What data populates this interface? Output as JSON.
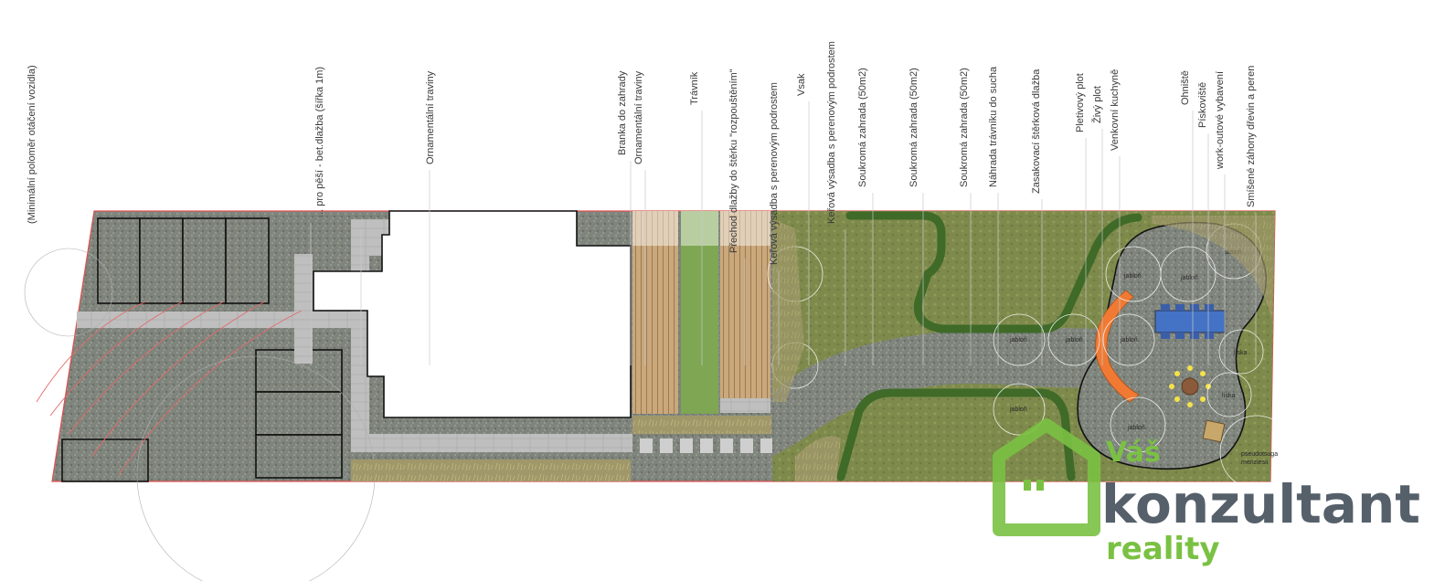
{
  "labels": [
    {
      "id": "turning-radius",
      "text": "(Minimální poloměr otáčení vozidla)"
    },
    {
      "id": "pedestrian-path",
      "text": "... pro pěší - bet.dlažba (šířka 1m)"
    },
    {
      "id": "ornamental-grasses-1",
      "text": "Ornamentální traviny"
    },
    {
      "id": "garden-gate",
      "text": "Branka do zahrady"
    },
    {
      "id": "ornamental-grasses-2",
      "text": "Ornamentální traviny"
    },
    {
      "id": "lawn",
      "text": "Trávník"
    },
    {
      "id": "paving-transition",
      "text": "Přechod dlažby do štěrku \"rozpouštěním\""
    },
    {
      "id": "shrub-planting",
      "text": "Keřová výsadba s perenovým podrostem"
    },
    {
      "id": "soakaway",
      "text": "Vsak"
    },
    {
      "id": "shrub-planting-2",
      "text": "Keřová výsadba s perenovým podrostem"
    },
    {
      "id": "private-garden-1",
      "text": "Soukromá zahrada (50m2)"
    },
    {
      "id": "private-garden-2",
      "text": "Soukromá zahrada (50m2)"
    },
    {
      "id": "private-garden-3",
      "text": "Soukromá zahrada (50m2)"
    },
    {
      "id": "lawn-replacement",
      "text": "Náhrada trávníku do sucha"
    },
    {
      "id": "gravel-paving",
      "text": "Zasakovací štěrková dlažba"
    },
    {
      "id": "mesh-fence",
      "text": "Pletivový plot"
    },
    {
      "id": "hedge",
      "text": "Živý plot"
    },
    {
      "id": "outdoor-kitchen",
      "text": "Venkovní kuchyně"
    },
    {
      "id": "fireplace",
      "text": "Ohniště"
    },
    {
      "id": "sandpit",
      "text": "Pískoviště"
    },
    {
      "id": "workout",
      "text": "work-outové vybavení"
    },
    {
      "id": "mixed-beds",
      "text": "Smíšené záhony dřevin a peren"
    }
  ],
  "plant_labels": {
    "apple": "jabloň",
    "hazel": "líska",
    "pseudotsuga": "pseudotsuga",
    "menziesii": "menziesii"
  },
  "logo": {
    "top": "Váš",
    "main": "konzultant",
    "sub": "reality"
  },
  "colors": {
    "gravel": "#8a8e86",
    "grass": "#7f8a4a",
    "hedge": "#3f6a28",
    "path": "#bdbdbd",
    "deck": "#c9a77b",
    "lawn": "#7fa653",
    "boundary": "#e05050",
    "logo_green": "#7ac143",
    "logo_gray": "#56606a",
    "bench": "#f07a34",
    "table": "#4472c4",
    "fire": "#f5e14a"
  }
}
